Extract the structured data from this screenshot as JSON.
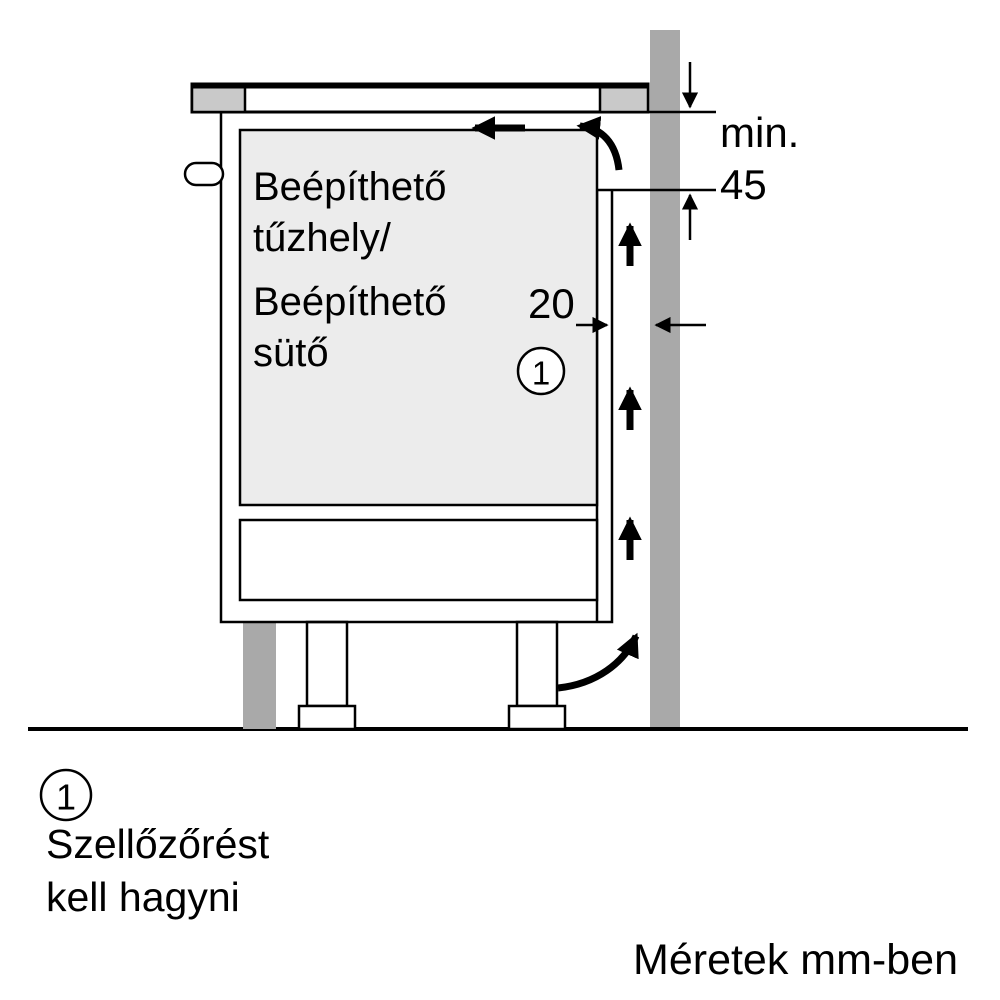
{
  "colors": {
    "wall_gray": "#a9a9a9",
    "counter_gray": "#c9c9c9",
    "oven_cavity_gray": "#ececec",
    "line_black": "#000000",
    "background": "#ffffff"
  },
  "diagram": {
    "appliance_label": {
      "line1": "Beépíthető",
      "line2": "tűzhely/",
      "line3": "Beépíthető",
      "line4": "sütő"
    },
    "dimensions": {
      "gap_width": "20",
      "min_label": "min.",
      "min_clearance": "45"
    },
    "callout": {
      "number": "1"
    }
  },
  "legend": {
    "callout_number": "1",
    "note_line1": "Szellőzőrést",
    "note_line2": "kell hagyni"
  },
  "footer": {
    "units_note": "Méretek mm-ben"
  }
}
